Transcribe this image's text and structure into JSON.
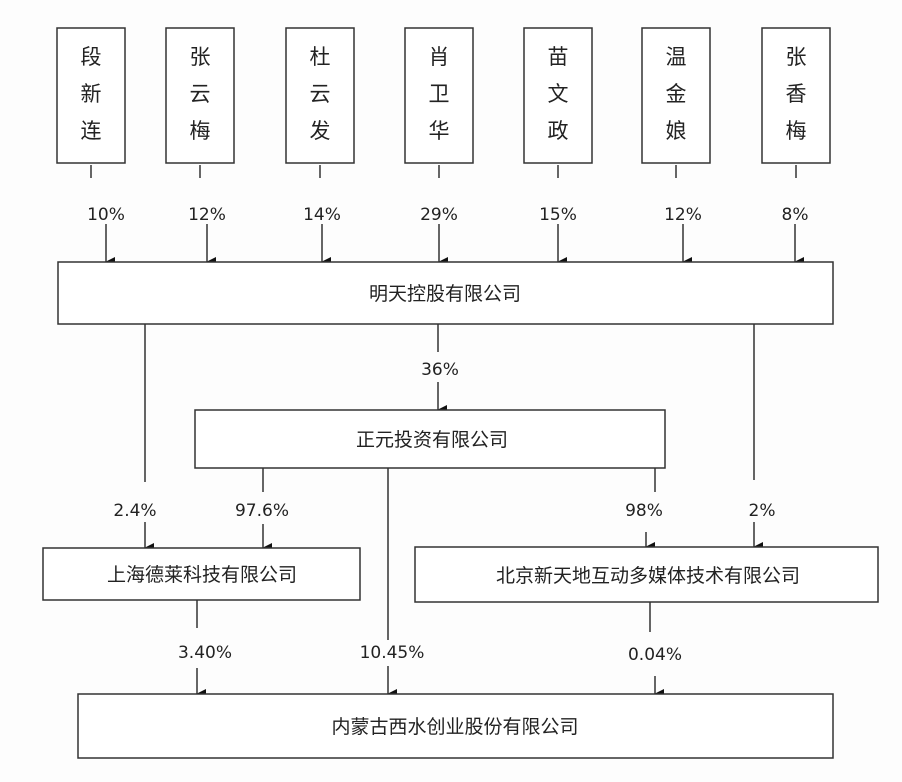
{
  "shareholders": [
    {
      "name": [
        "段",
        "新",
        "连"
      ],
      "pct": "10%"
    },
    {
      "name": [
        "张",
        "云",
        "梅"
      ],
      "pct": "12%"
    },
    {
      "name": [
        "杜",
        "云",
        "发"
      ],
      "pct": "14%"
    },
    {
      "name": [
        "肖",
        "卫",
        "华"
      ],
      "pct": "29%"
    },
    {
      "name": [
        "苗",
        "文",
        "政"
      ],
      "pct": "15%"
    },
    {
      "name": [
        "温",
        "金",
        "娘"
      ],
      "pct": "12%"
    },
    {
      "name": [
        "张",
        "香",
        "梅"
      ],
      "pct": "8%"
    }
  ],
  "companies": {
    "mingtian": "明天控股有限公司",
    "zhengyuan": "正元投资有限公司",
    "shanghai": "上海德莱科技有限公司",
    "beijing": "北京新天地互动多媒体技术有限公司",
    "xishui": "内蒙古西水创业股份有限公司"
  },
  "edges": {
    "mingtian_zhengyuan": "36%",
    "mingtian_shanghai": "2.4%",
    "zhengyuan_shanghai": "97.6%",
    "zhengyuan_beijing": "98%",
    "mingtian_beijing": "2%",
    "shanghai_xishui": "3.40%",
    "zhengyuan_xishui": "10.45%",
    "beijing_xishui": "0.04%"
  }
}
